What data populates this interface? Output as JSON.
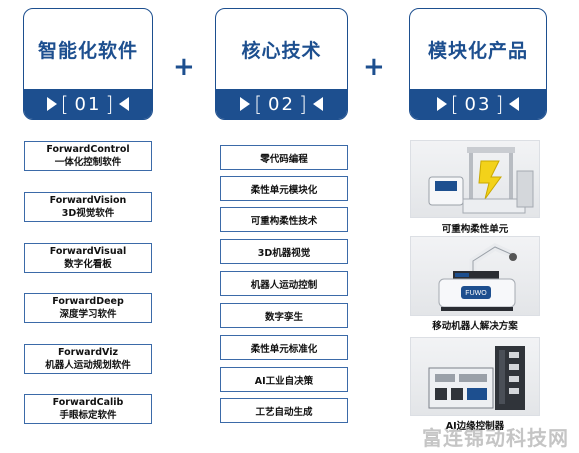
{
  "columns": [
    {
      "title": "智能化软件",
      "number": "01"
    },
    {
      "title": "核心技术",
      "number": "02"
    },
    {
      "title": "模块化产品",
      "number": "03"
    }
  ],
  "plus": "+",
  "software": [
    {
      "en": "ForwardControl",
      "cn": "一体化控制软件"
    },
    {
      "en": "ForwardVision",
      "cn": "3D视觉软件"
    },
    {
      "en": "ForwardVisual",
      "cn": "数字化看板"
    },
    {
      "en": "ForwardDeep",
      "cn": "深度学习软件"
    },
    {
      "en": "ForwardViz",
      "cn": "机器人运动规划软件"
    },
    {
      "en": "ForwardCalib",
      "cn": "手眼标定软件"
    }
  ],
  "tech": [
    "零代码编程",
    "柔性单元模块化",
    "可重构柔性技术",
    "3D机器视觉",
    "机器人运动控制",
    "数字孪生",
    "柔性单元标准化",
    "AI工业自决策",
    "工艺自动生成"
  ],
  "products": [
    {
      "caption": "可重构柔性单元",
      "icon": "flexible-cell-image"
    },
    {
      "caption": "移动机器人解决方案",
      "icon": "mobile-robot-image"
    },
    {
      "caption": "AI边缘控制器",
      "icon": "edge-controller-image"
    }
  ],
  "robot_logo": "FUWO",
  "watermark": "富连锦动科技网",
  "colors": {
    "accent": "#1d4f8f",
    "box_border": "#3b6aa8"
  }
}
